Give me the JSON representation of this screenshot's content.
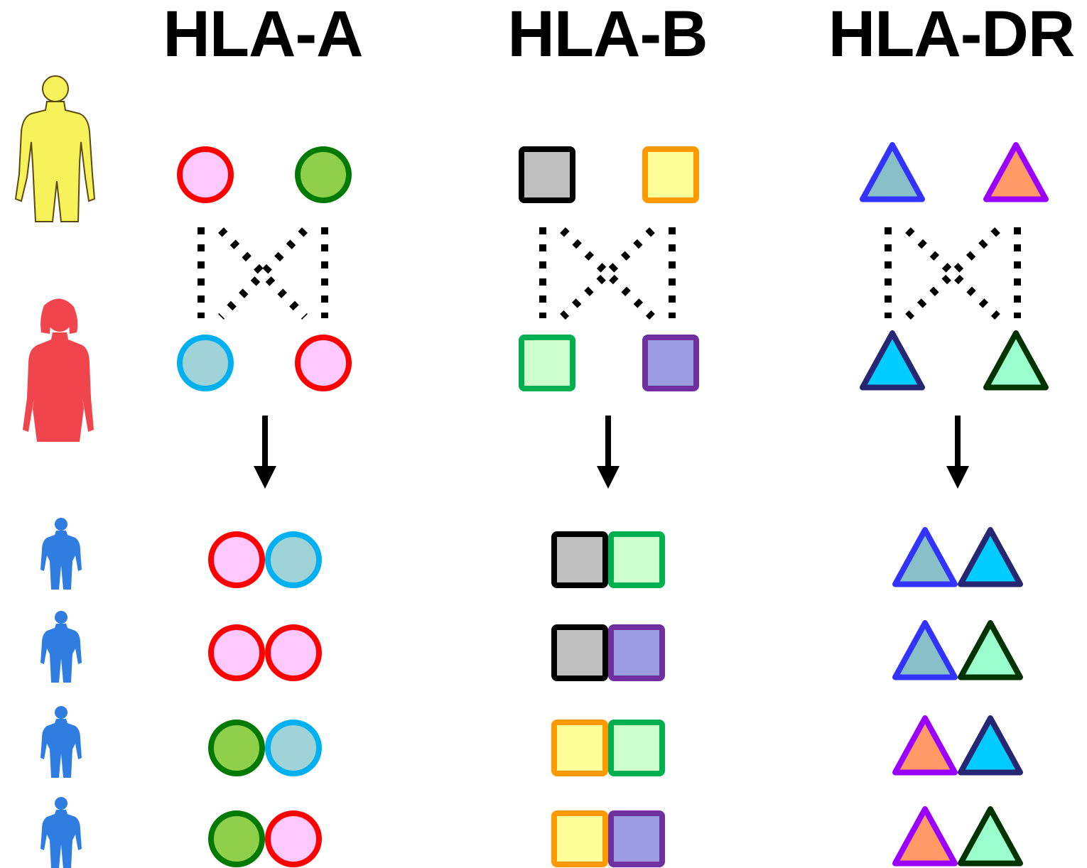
{
  "headers": {
    "a": "HLA-A",
    "b": "HLA-B",
    "dr": "HLA-DR"
  },
  "colors": {
    "father_figure": "#f7f25a",
    "mother_figure": "#f0454c",
    "child_figure": "#2f7de1",
    "lines": "#000000"
  },
  "loci": [
    {
      "key": "hla-a",
      "shape": "circle",
      "father": [
        {
          "fill": "#ffc8ff",
          "stroke": "#ff0000"
        },
        {
          "fill": "#90cf4a",
          "stroke": "#007a00"
        }
      ],
      "mother": [
        {
          "fill": "#a0d3d8",
          "stroke": "#00b0f0"
        },
        {
          "fill": "#ffc8ff",
          "stroke": "#ff0000"
        }
      ],
      "children": [
        [
          "f0",
          "m0"
        ],
        [
          "f0",
          "m1"
        ],
        [
          "f1",
          "m0"
        ],
        [
          "f1",
          "m1"
        ]
      ]
    },
    {
      "key": "hla-b",
      "shape": "square",
      "father": [
        {
          "fill": "#bfbfbf",
          "stroke": "#000000"
        },
        {
          "fill": "#ffff99",
          "stroke": "#ff9900"
        }
      ],
      "mother": [
        {
          "fill": "#ccffcc",
          "stroke": "#00b050"
        },
        {
          "fill": "#9b9be0",
          "stroke": "#7030a0"
        }
      ],
      "children": [
        [
          "f0",
          "m0"
        ],
        [
          "f0",
          "m1"
        ],
        [
          "f1",
          "m0"
        ],
        [
          "f1",
          "m1"
        ]
      ]
    },
    {
      "key": "hla-dr",
      "shape": "triangle",
      "father": [
        {
          "fill": "#88c0c8",
          "stroke": "#3333ff"
        },
        {
          "fill": "#ff9966",
          "stroke": "#9900ff"
        }
      ],
      "mother": [
        {
          "fill": "#00ccff",
          "stroke": "#262673"
        },
        {
          "fill": "#99ffcc",
          "stroke": "#003300"
        }
      ],
      "children": [
        [
          "f0",
          "m0"
        ],
        [
          "f0",
          "m1"
        ],
        [
          "f1",
          "m0"
        ],
        [
          "f1",
          "m1"
        ]
      ]
    }
  ]
}
